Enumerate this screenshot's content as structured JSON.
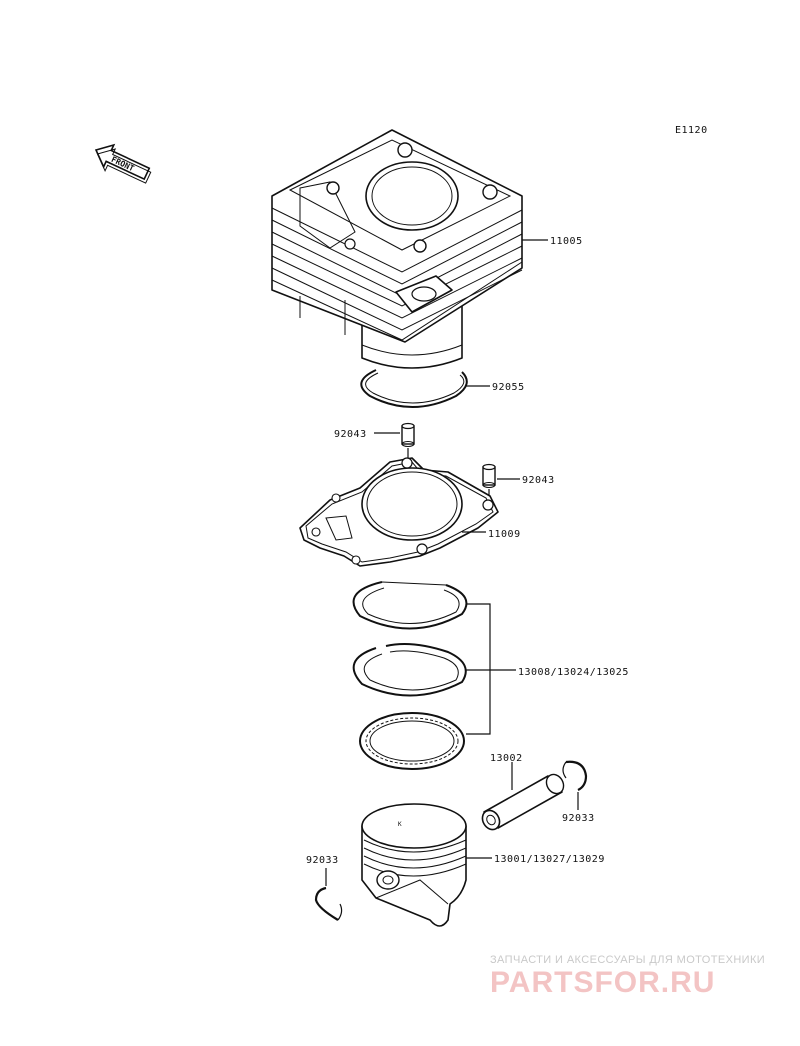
{
  "diagram": {
    "code": "E1120",
    "front_label": "FRONT",
    "parts": {
      "cylinder": "11005",
      "oring": "92055",
      "dowel_left": "92043",
      "dowel_right": "92043",
      "gasket": "11009",
      "rings": "13008/13024/13025",
      "pin": "13002",
      "circlip_right": "92033",
      "piston": "13001/13027/13029",
      "circlip_left": "92033"
    }
  },
  "watermark": {
    "tagline": "ЗАПЧАСТИ И АКСЕССУАРЫ ДЛЯ МОТОТЕХНИКИ",
    "brand": "PARTSFOR.RU"
  }
}
